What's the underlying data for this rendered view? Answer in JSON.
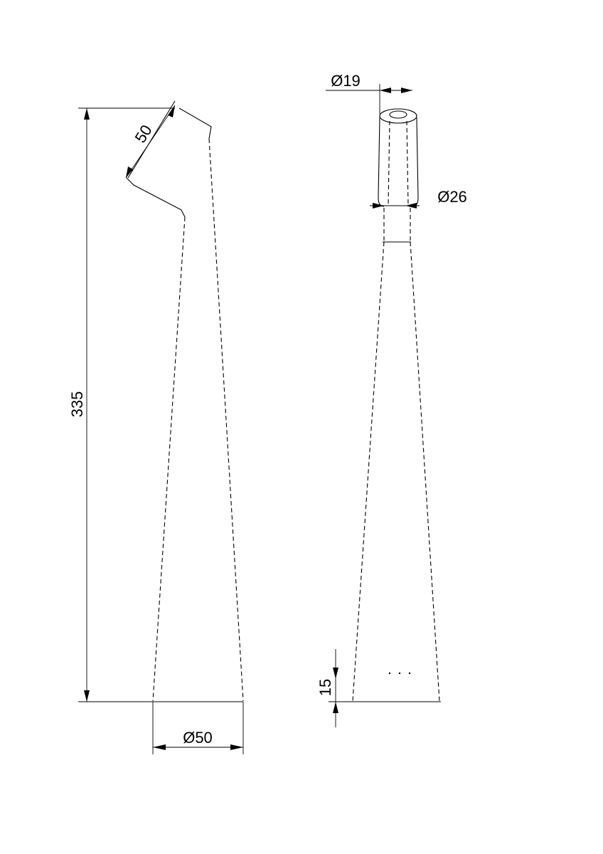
{
  "dimensions": {
    "side_height": "335",
    "side_spout_length": "50",
    "side_base_diameter": "Ø50",
    "front_top_inner_diameter": "Ø19",
    "front_top_outer_diameter": "Ø26",
    "front_base_offset": "15"
  }
}
